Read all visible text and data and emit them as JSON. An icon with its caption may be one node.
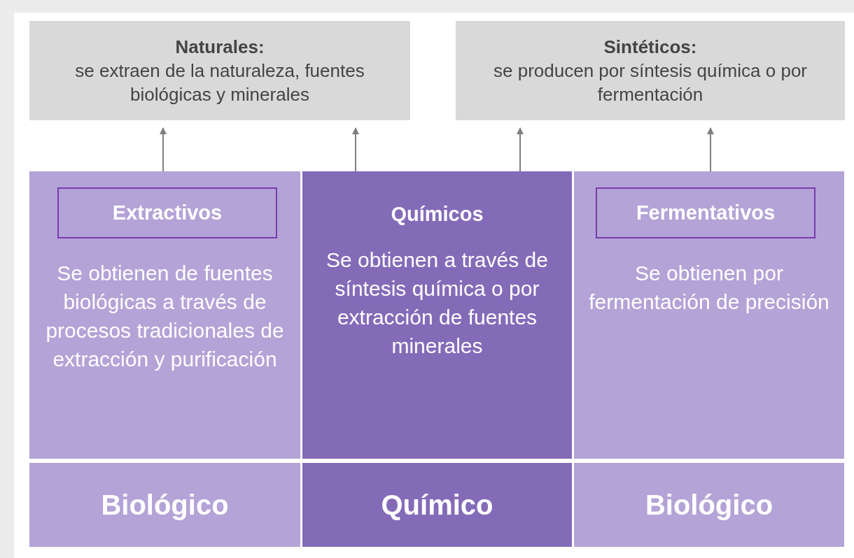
{
  "diagram": {
    "nodes": [
      {
        "text": [
          "**Naturales:** se extraen de la naturaleza, fuentes biológicas y minerales"
        ]
      },
      {
        "text": [
          "**Sintéticos:** se producen por síntesis química o por fermentación"
        ]
      },
      {
        "text": [
          "Se obtienen de fuentes biológicas a través de procesos tradicionales de extracción y purificación"
        ]
      },
      {
        "text": [
          "Extractivos"
        ],
        "in": 2
      },
      {
        "text": [
          "Químicos",
          "Se obtienen a través de síntesis química o por extracción de fuentes minerales"
        ]
      },
      {
        "text": [
          "Se obtienen por fermentación de precisión"
        ]
      },
      {
        "text": [
          "Fermentativos"
        ],
        "in": 5
      },
      {
        "text": [
          "Biológico"
        ]
      },
      {
        "text": [
          "Químico"
        ]
      },
      {
        "text": [
          "Biológico"
        ]
      }
    ],
    "edges": [
      {
        "from": 2,
        "to": 0,
        "arrow": "to"
      },
      {
        "from": 4,
        "to": 0,
        "arrow": "to"
      },
      {
        "from": 4,
        "to": 1,
        "arrow": "to"
      },
      {
        "from": 5,
        "to": 1,
        "arrow": "to"
      }
    ]
  }
}
